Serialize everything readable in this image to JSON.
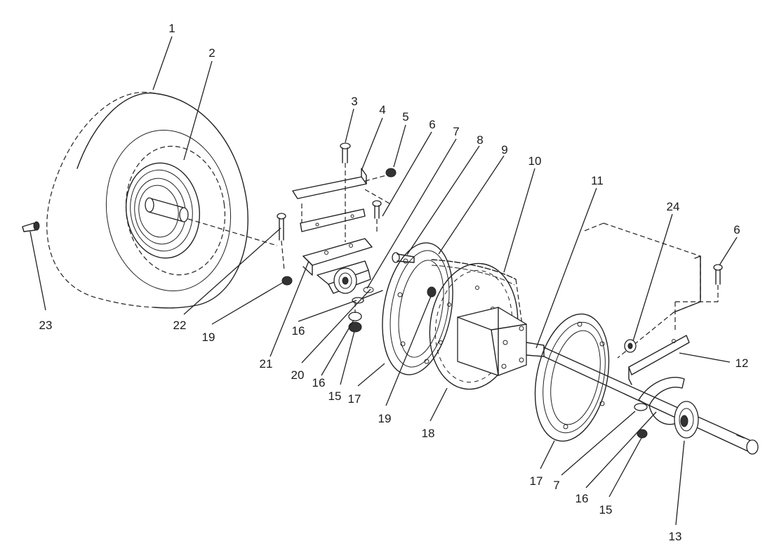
{
  "callouts": [
    {
      "id": "c1",
      "text": "1"
    },
    {
      "id": "c2",
      "text": "2"
    },
    {
      "id": "c3",
      "text": "3"
    },
    {
      "id": "c4",
      "text": "4"
    },
    {
      "id": "c5",
      "text": "5"
    },
    {
      "id": "c6a",
      "text": "6"
    },
    {
      "id": "c7a",
      "text": "7"
    },
    {
      "id": "c8",
      "text": "8"
    },
    {
      "id": "c9",
      "text": "9"
    },
    {
      "id": "c10",
      "text": "10"
    },
    {
      "id": "c11",
      "text": "11"
    },
    {
      "id": "c24",
      "text": "24"
    },
    {
      "id": "c6b",
      "text": "6"
    },
    {
      "id": "c23",
      "text": "23"
    },
    {
      "id": "c22",
      "text": "22"
    },
    {
      "id": "c19a",
      "text": "19"
    },
    {
      "id": "c21",
      "text": "21"
    },
    {
      "id": "c16a",
      "text": "16"
    },
    {
      "id": "c20",
      "text": "20"
    },
    {
      "id": "c16b",
      "text": "16"
    },
    {
      "id": "c15a",
      "text": "15"
    },
    {
      "id": "c17a",
      "text": "17"
    },
    {
      "id": "c19b",
      "text": "19"
    },
    {
      "id": "c18",
      "text": "18"
    },
    {
      "id": "c12",
      "text": "12"
    },
    {
      "id": "c17b",
      "text": "17"
    },
    {
      "id": "c7b",
      "text": "7"
    },
    {
      "id": "c16c",
      "text": "16"
    },
    {
      "id": "c15b",
      "text": "15"
    },
    {
      "id": "c13",
      "text": "13"
    }
  ]
}
